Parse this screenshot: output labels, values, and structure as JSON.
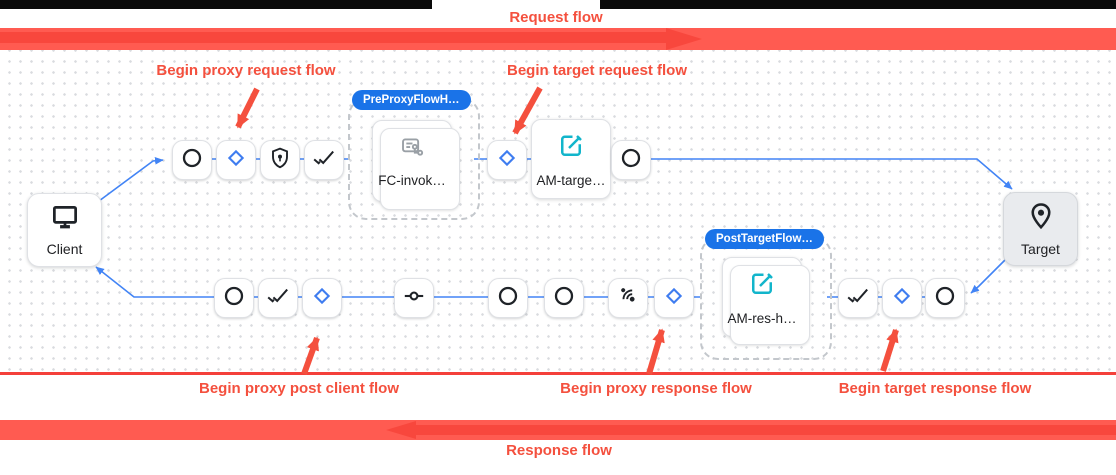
{
  "header": {
    "request_flow_label": "Request flow"
  },
  "footer": {
    "response_flow_label": "Response flow"
  },
  "annotations": {
    "begin_proxy_request": "Begin proxy request flow",
    "begin_target_request": "Begin target request flow",
    "begin_proxy_post_client": "Begin proxy post client flow",
    "begin_proxy_response": "Begin proxy response flow",
    "begin_target_response": "Begin target response flow"
  },
  "endpoints": {
    "client": {
      "label": "Client",
      "icon": "monitor-icon"
    },
    "target": {
      "label": "Target",
      "icon": "place-pin-icon"
    }
  },
  "groups": {
    "pre_proxy": {
      "badge_label": "PreProxyFlowH…",
      "card_label": "FC-invok…",
      "card_icon": "flow-callout-icon"
    },
    "post_target": {
      "badge_label": "PostTargetFlow…",
      "card_label": "AM-res-h…",
      "card_icon": "assign-message-icon"
    }
  },
  "policies": {
    "am_target": {
      "label": "AM-targe…",
      "icon": "assign-message-icon"
    }
  },
  "request_flow_nodes": [
    "circle-icon",
    "flag-diamond-icon",
    "shield-lock-icon",
    "done-all-icon",
    "flag-diamond-icon",
    "circle-icon"
  ],
  "response_flow_nodes": [
    "circle-icon",
    "done-all-icon",
    "flag-diamond-icon",
    "commit-icon",
    "circle-icon",
    "circle-icon",
    "sensors-icon",
    "flag-diamond-icon",
    "done-all-icon",
    "flag-diamond-icon",
    "circle-icon"
  ],
  "colors": {
    "annotation_red": "#f4503e",
    "bar_red": "#ff5b51",
    "bar_arrow_red": "#f8473d",
    "connector_blue": "#4284f5",
    "badge_blue": "#1a73e8",
    "policy_teal": "#12b5cb",
    "icon_gray": "#9aa0a6",
    "node_ink": "#1f2328"
  }
}
